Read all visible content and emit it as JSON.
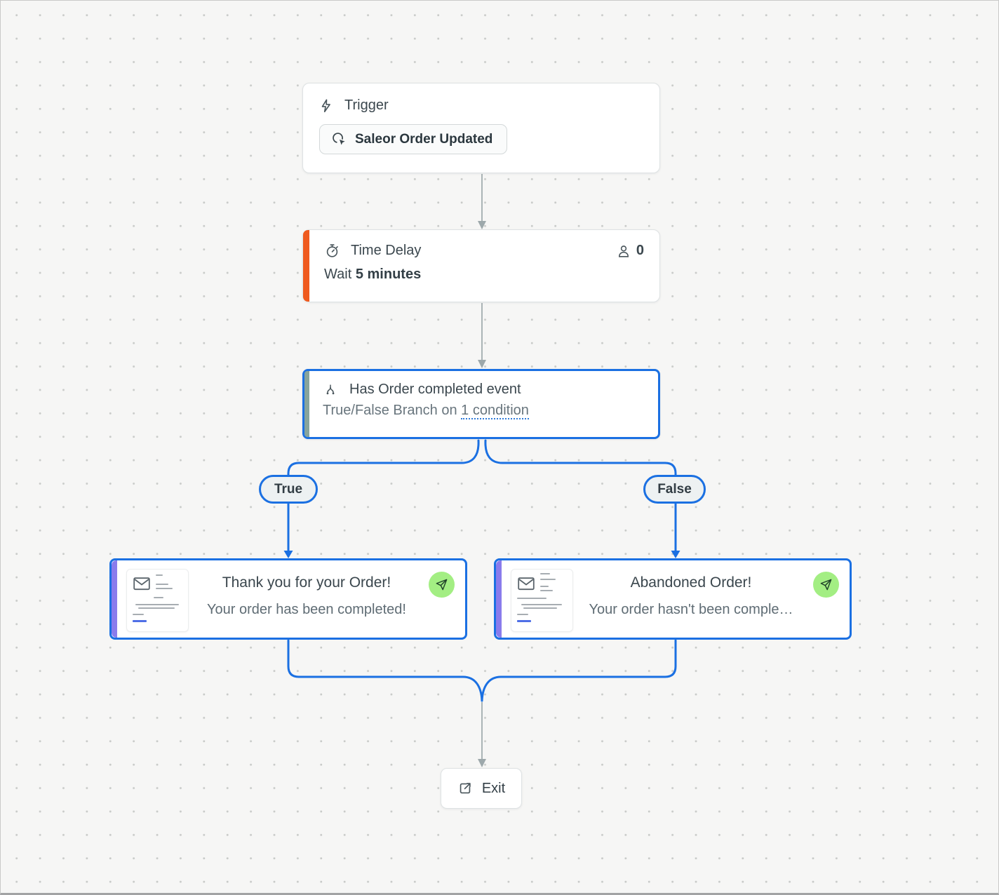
{
  "canvas": {
    "bg": "#f6f6f5",
    "dot_color": "#c9cbc9",
    "edge_gray": "#9da8ab",
    "edge_blue": "#1b70e2",
    "accent_orange": "#ef5a1e",
    "accent_teal": "#87a49c",
    "accent_purple": "#8a7bec",
    "send_badge_bg": "#a3ee83"
  },
  "trigger_node": {
    "title": "Trigger",
    "title_icon": "lightning-icon",
    "button_label": "Saleor Order Updated",
    "button_icon": "click-icon"
  },
  "delay_node": {
    "title": "Time Delay",
    "title_icon": "stopwatch-icon",
    "contact_count": "0",
    "contact_icon": "person-icon",
    "wait_prefix": "Wait ",
    "wait_value": "5 minutes"
  },
  "condition_node": {
    "title": "Has Order completed event",
    "title_icon": "branch-split-icon",
    "subtitle_prefix": "True/False Branch on ",
    "subtitle_link": "1 condition"
  },
  "branches": {
    "true_label": "True",
    "false_label": "False"
  },
  "email_true_node": {
    "title": "Thank you for your Order!",
    "subtitle": "Your order has been completed!",
    "status_icon": "send-icon"
  },
  "email_false_node": {
    "title": "Abandoned Order!",
    "subtitle": "Your order hasn't been comple…",
    "status_icon": "send-icon"
  },
  "exit_node": {
    "label": "Exit",
    "icon": "external-link-icon"
  }
}
